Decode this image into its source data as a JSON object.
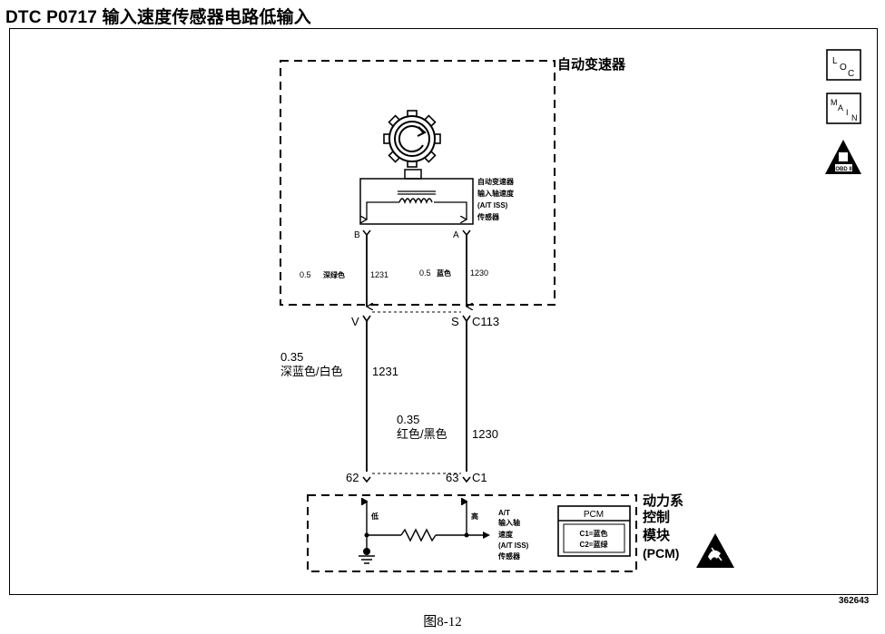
{
  "title": "DTC P0717 输入速度传感器电路低输入",
  "caption": "图8-12",
  "ref_number": "362643",
  "components": {
    "transmission": {
      "label": "自动变速器",
      "sensor_label": [
        "自动变速器",
        "输入轴速度",
        "(A/T ISS)",
        "传感器"
      ],
      "pin_b": "B",
      "pin_a": "A",
      "wire_b": {
        "gauge": "0.5",
        "color": "深绿色",
        "circuit": "1231"
      },
      "wire_a": {
        "gauge": "0.5",
        "color": "蓝色",
        "circuit": "1230"
      }
    },
    "connector": {
      "id": "C113",
      "pin_left": "V",
      "pin_right": "S"
    },
    "harness": {
      "left_wire": {
        "gauge": "0.35",
        "color": "深蓝色/白色",
        "circuit": "1231"
      },
      "right_wire": {
        "gauge": "0.35",
        "color": "红色/黑色",
        "circuit": "1230"
      }
    },
    "pcm": {
      "pin_left": "62",
      "pin_right": "63",
      "connector": "C1",
      "label": [
        "动力系",
        "控制",
        "模块",
        "(PCM)"
      ],
      "low_label": "低",
      "high_label": "高",
      "input_label": [
        "A/T",
        "输入轴",
        "速度",
        "(A/T ISS)",
        "传感器"
      ],
      "legend_title": "PCM",
      "legend_lines": [
        "C1=蓝色",
        "C2=蓝绿"
      ]
    }
  },
  "side_icons": {
    "loc": {
      "l1": "L",
      "l2": "O",
      "l3": "C"
    },
    "main": {
      "l1": "M",
      "l2": "A",
      "l3": "I",
      "l4": "N"
    },
    "obd": "OBD II"
  }
}
